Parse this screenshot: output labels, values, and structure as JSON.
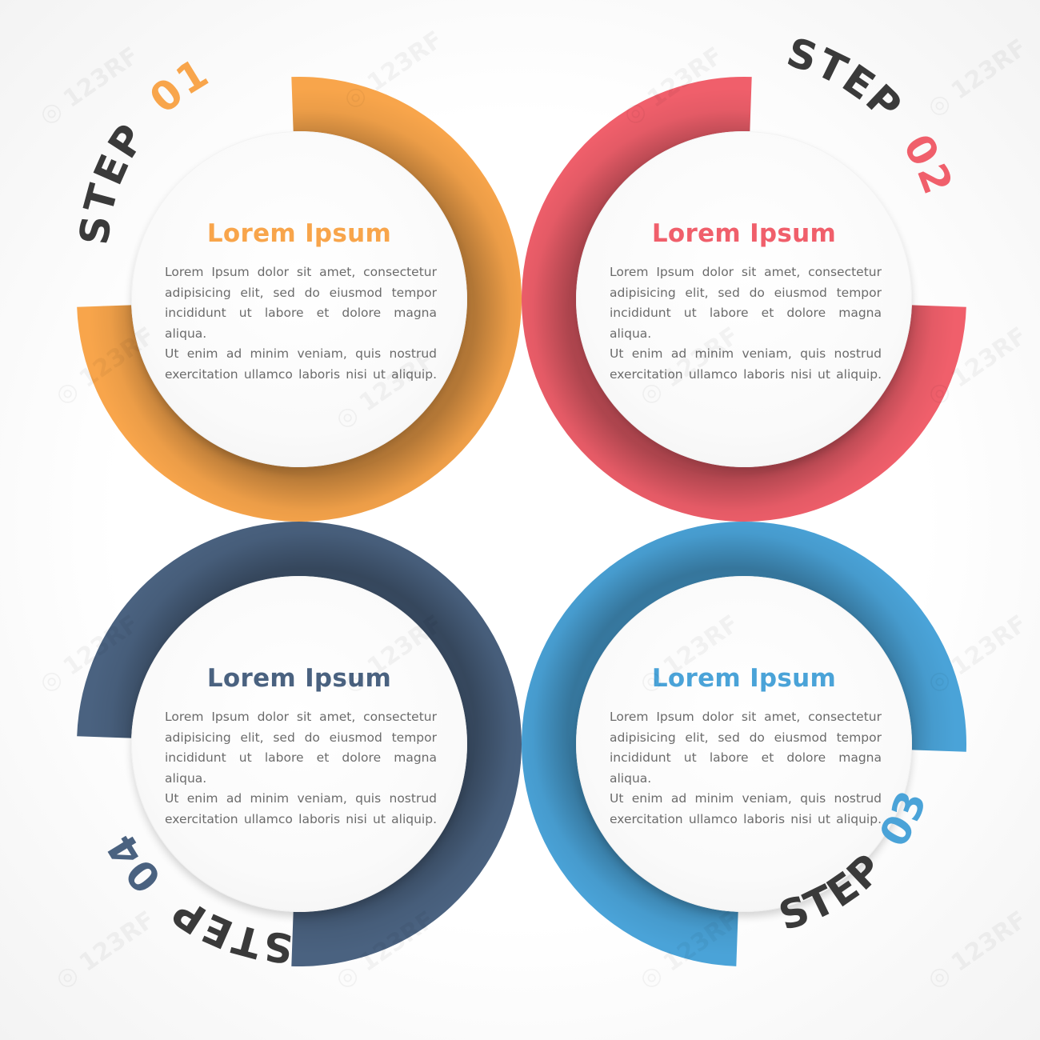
{
  "colors": {
    "orange": "#f8a54b",
    "red": "#f05f6b",
    "navy": "#4a6280",
    "blue": "#4aa3d8",
    "step_word": "#3a3a3a"
  },
  "steps": [
    {
      "step_word": "STEP",
      "step_number": "01",
      "title": "Lorem Ipsum",
      "color": "#f8a54b",
      "text_lines": [
        "Lorem Ipsum dolor sit amet, consectetur",
        "adipisicing elit, sed do eiusmod tempor",
        "incididunt ut labore et dolore magna aliqua.",
        "Ut enim ad minim veniam, quis nostrud",
        "exercitation ullamco laboris nisi ut aliquip."
      ]
    },
    {
      "step_word": "STEP",
      "step_number": "02",
      "title": "Lorem Ipsum",
      "color": "#f05f6b",
      "text_lines": [
        "Lorem Ipsum dolor sit amet, consectetur",
        "adipisicing elit, sed do eiusmod tempor",
        "incididunt ut labore et dolore magna aliqua.",
        "Ut enim ad minim veniam, quis nostrud",
        "exercitation ullamco laboris nisi ut aliquip."
      ]
    },
    {
      "step_word": "STEP",
      "step_number": "03",
      "title": "Lorem Ipsum",
      "color": "#4aa3d8",
      "text_lines": [
        "Lorem Ipsum dolor sit amet, consectetur",
        "adipisicing elit, sed do eiusmod tempor",
        "incididunt ut labore et dolore magna aliqua.",
        "Ut enim ad minim veniam, quis nostrud",
        "exercitation ullamco laboris nisi ut aliquip."
      ]
    },
    {
      "step_word": "STEP",
      "step_number": "04",
      "title": "Lorem Ipsum",
      "color": "#4a6280",
      "text_lines": [
        "Lorem Ipsum dolor sit amet, consectetur",
        "adipisicing elit, sed do eiusmod tempor",
        "incididunt ut labore et dolore magna aliqua.",
        "Ut enim ad minim veniam, quis nostrud",
        "exercitation ullamco laboris nisi ut aliquip."
      ]
    }
  ],
  "watermark": {
    "text": "123RF",
    "icon": "camera-icon"
  }
}
